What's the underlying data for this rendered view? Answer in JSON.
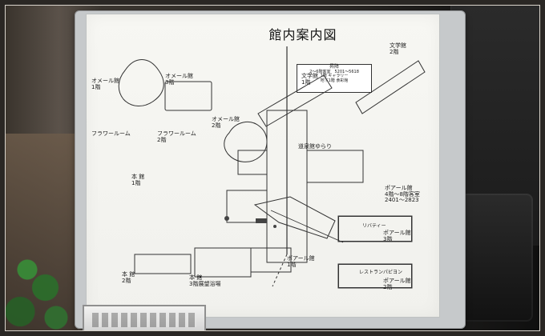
{
  "board": {
    "title": "館内案内図",
    "legend": {
      "heading": "昇降",
      "line1": "2〜6階客室　5201〜5618",
      "line2": "1階 ギャラリー",
      "line3": "地下1階 食彩館"
    },
    "labels": {
      "omeru_1": "オメール館\n1階",
      "omeru_3": "オメール館\n3階",
      "omeru_2": "オメール館\n2階",
      "flower": "フラワールーム",
      "flower_2": "フラワールーム\n2階",
      "honkan_1": "本 館\n1階",
      "honkan_2": "本 館\n2階",
      "honkan_3": "本 館\n3階展望浴場",
      "bunkaku_1": "文学館\n1階",
      "bunkaku_2": "文学館\n2階",
      "yurari": "道泉館ゆらり",
      "poal_1": "ポアール館\n1階",
      "poal_3": "ポアール館\n3階",
      "poal_2": "ポアール館\n2階",
      "poal_rooms": "ポアール館\n4階〜8階客室\n2401〜2823",
      "liberty": "リバティー",
      "restaurant": "レストランパピヨン"
    }
  }
}
